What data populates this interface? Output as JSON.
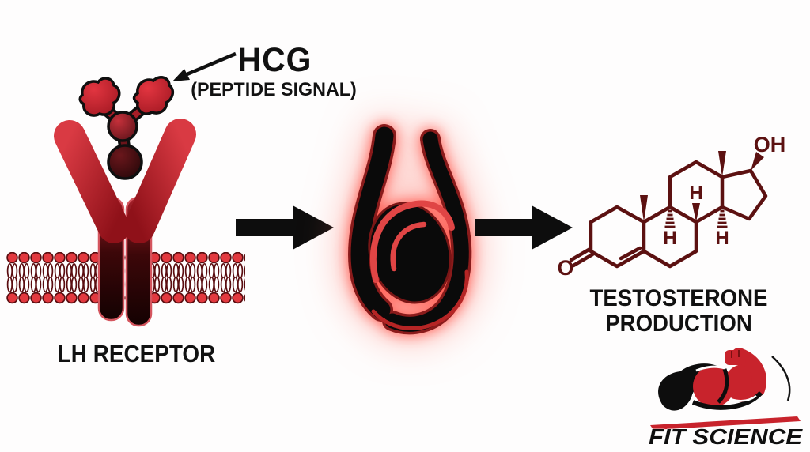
{
  "hcg": {
    "title": "HCG",
    "subtitle": "(PEPTIDE SIGNAL)"
  },
  "lh_receptor": {
    "label": "LH RECEPTOR"
  },
  "testosterone": {
    "label_line1": "TESTOSTERONE",
    "label_line2": "PRODUCTION"
  },
  "molecule_labels": {
    "ketone_oxygen": "O",
    "hydroxyl": "OH",
    "hydrogen": "H"
  },
  "logo": {
    "name": "FIT SCIENCE"
  },
  "colors": {
    "primary_red": "#c8232c",
    "bright_red": "#e2393f",
    "dark_red": "#8c1218",
    "maroon": "#5c1111",
    "black": "#0d0d0d",
    "glow_red": "#ff5a50"
  },
  "icons": {
    "hcg_ligand": "red blob peptide cluster",
    "annotation_arrow": "black pointer arrow",
    "cell_membrane": "lipid bilayer of red heads and tails",
    "lh_receptor": "red Y-shaped transmembrane receptor",
    "flow_arrow": "black block arrow pointing right",
    "testicle": "black testicle silhouette with red glow",
    "testosterone_molecule": "maroon steroid ring skeleton",
    "muscle_arm": "red flexed bicep logo mark"
  }
}
